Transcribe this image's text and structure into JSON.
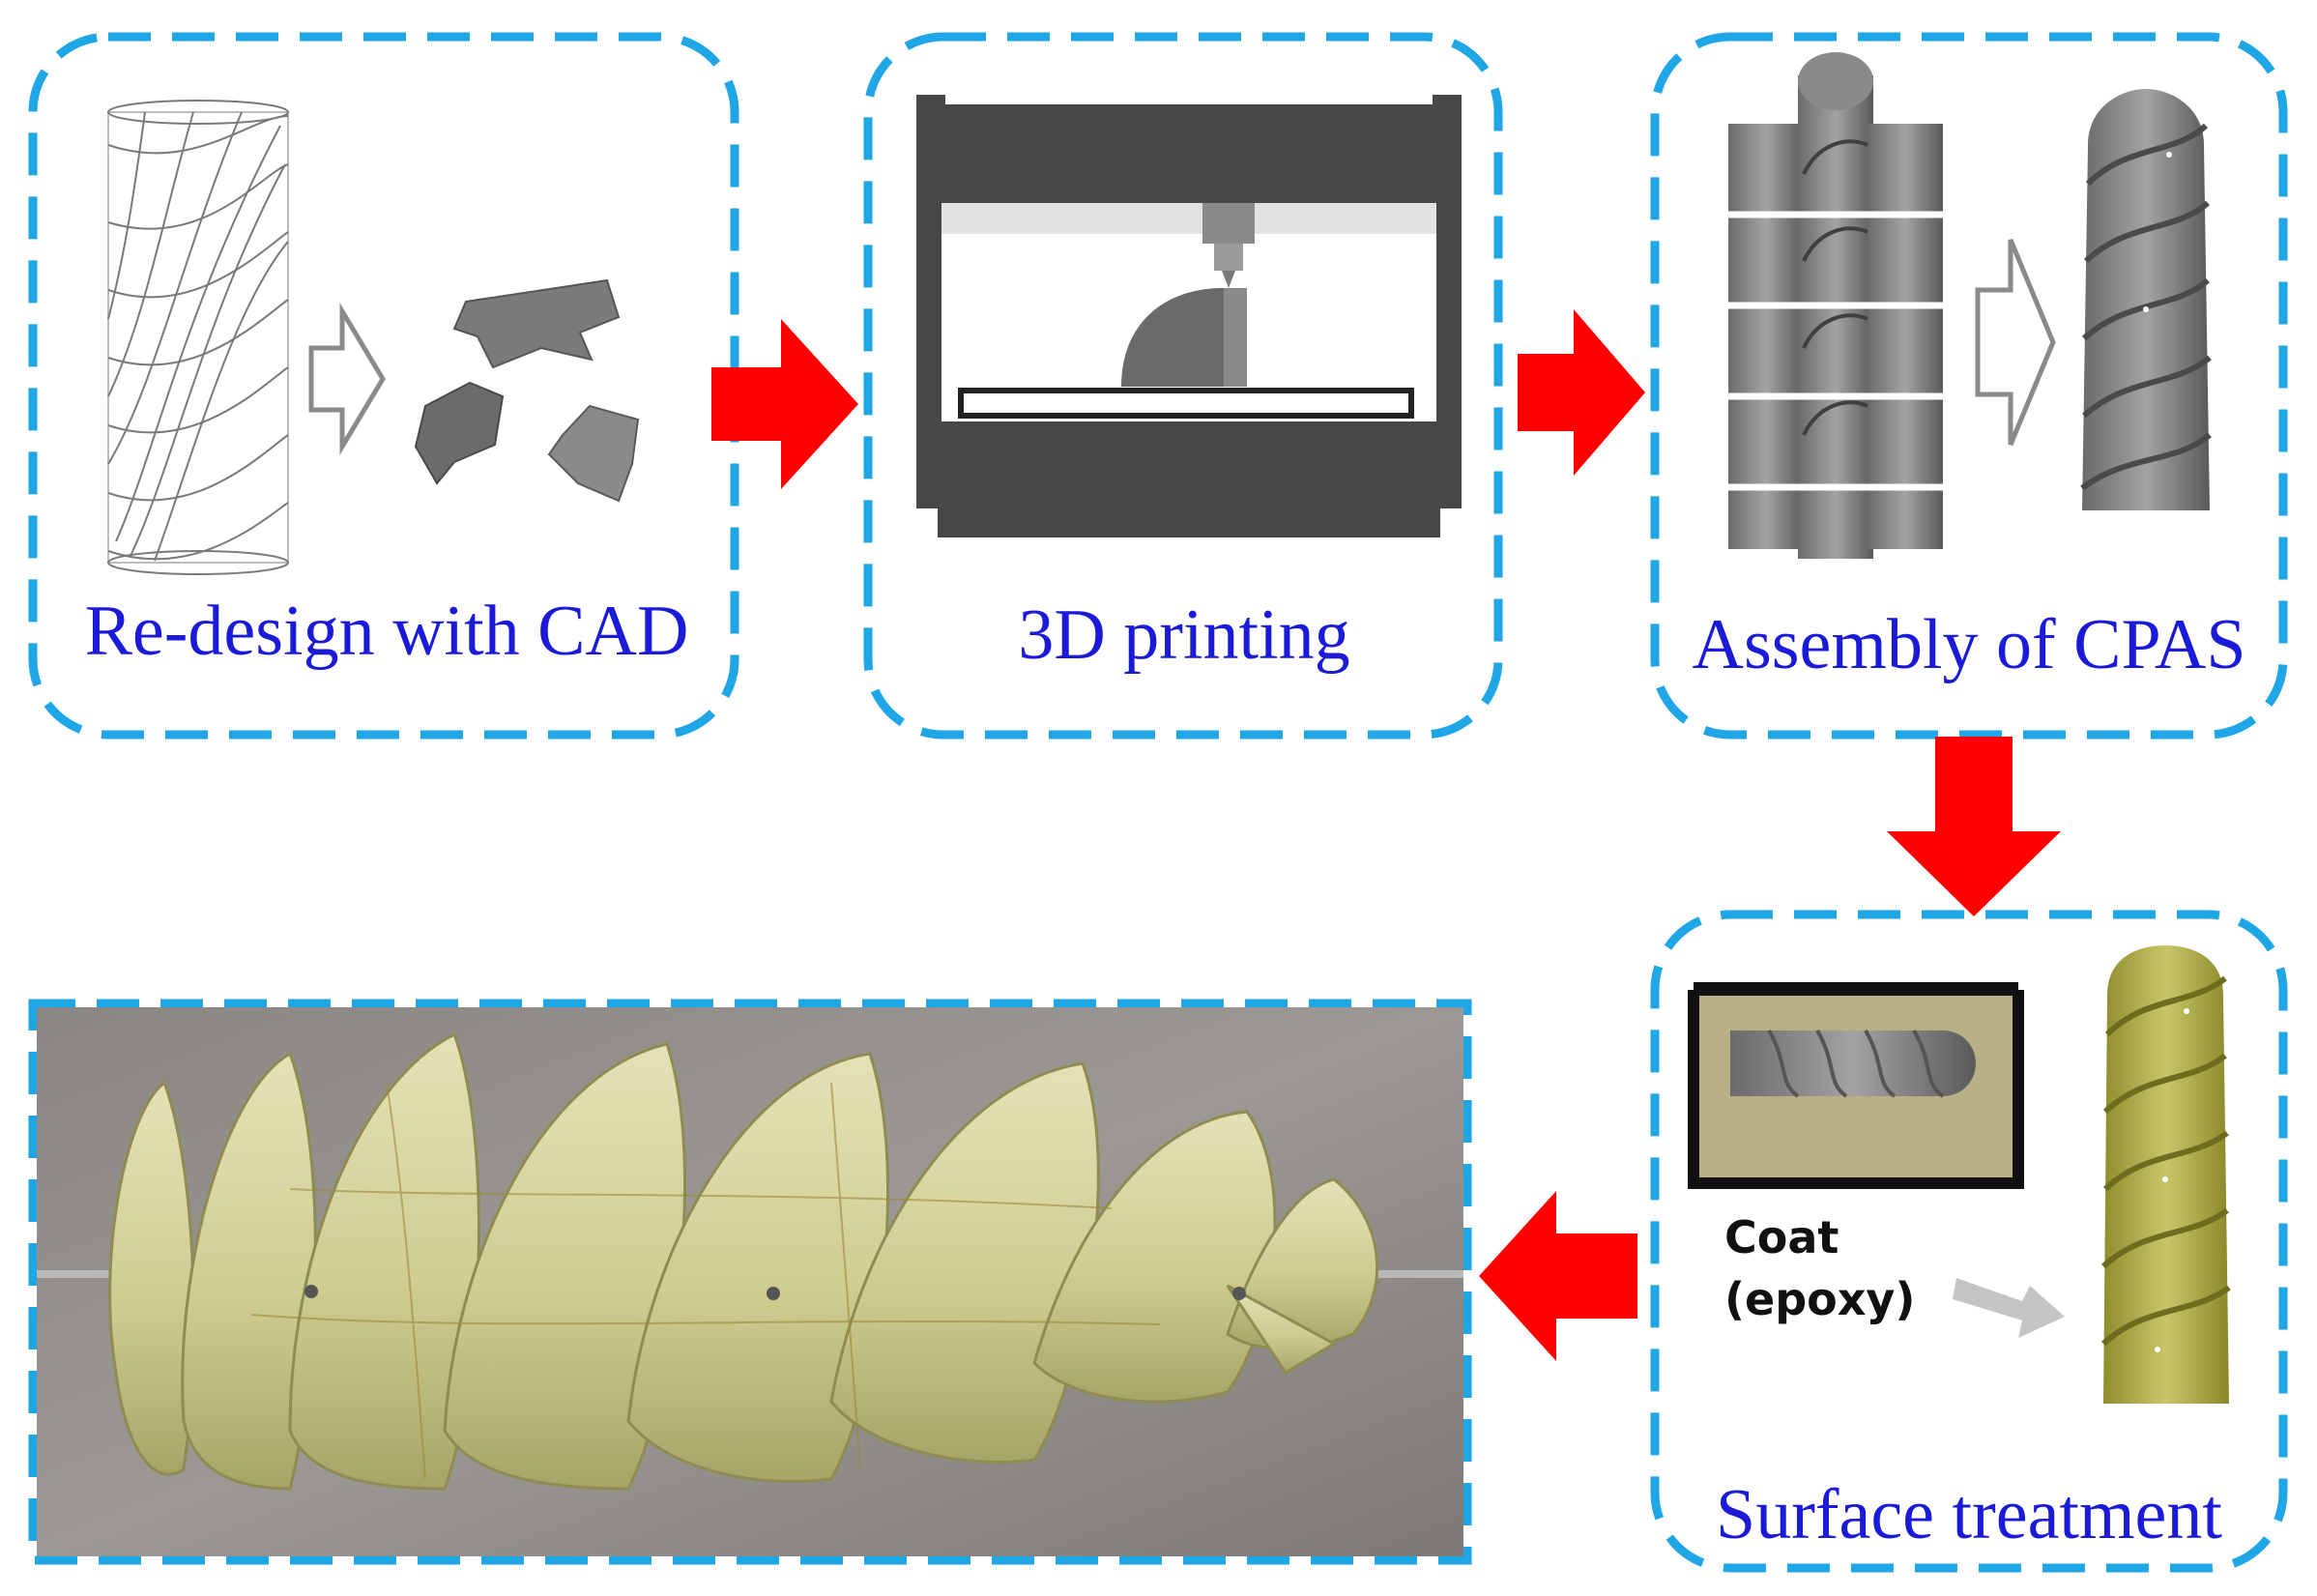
{
  "stages": {
    "cad": {
      "label": "Re-design with CAD"
    },
    "printing": {
      "label": "3D printing"
    },
    "assembly": {
      "label": "Assembly of CPAS"
    },
    "surface": {
      "label": "Surface treatment"
    },
    "final": {
      "label": ""
    }
  },
  "coat": {
    "line1": "Coat",
    "line2": "(epoxy)"
  },
  "colors": {
    "frame": "#1ea6e6",
    "flow_arrow": "#ff0000",
    "label_text": "#1a1ad8",
    "printer": "#474747",
    "epoxy": "#b7b087",
    "coated_part": "#b4b24a"
  },
  "icons": {
    "flow": "red-block-arrow",
    "step": "outline-arrow",
    "coat_step": "gray-arrow"
  }
}
